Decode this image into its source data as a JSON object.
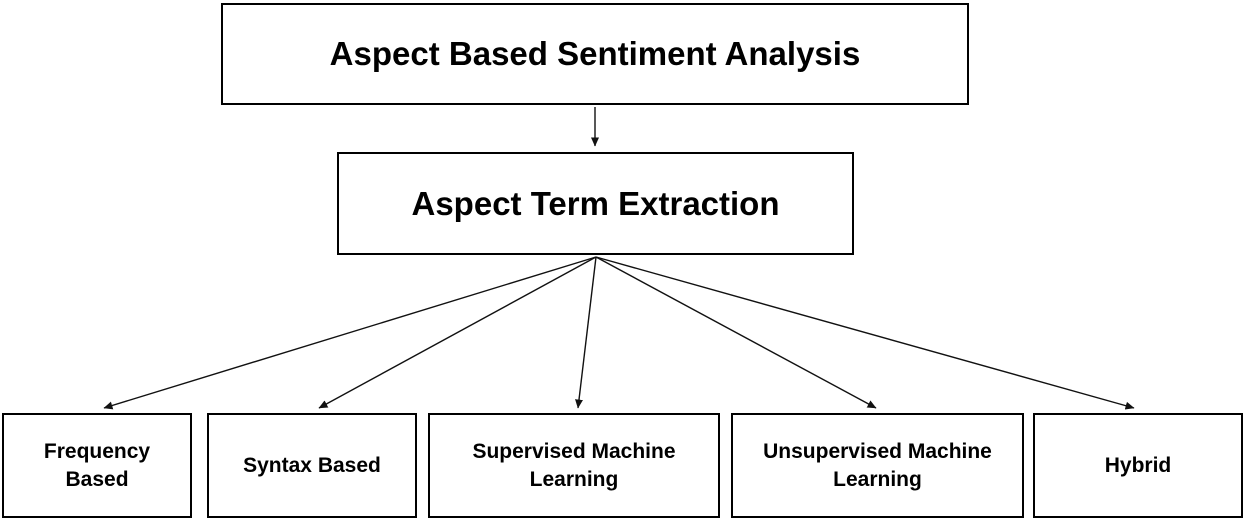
{
  "colors": {
    "background": "#ffffff",
    "box_border": "#000000",
    "text": "#000000",
    "arrow": "#111111"
  },
  "nodes": {
    "root": {
      "label": "Aspect Based Sentiment Analysis"
    },
    "child": {
      "label": "Aspect Term Extraction"
    },
    "leaves": [
      {
        "label": "Frequency Based"
      },
      {
        "label": "Syntax Based"
      },
      {
        "label": "Supervised Machine Learning"
      },
      {
        "label": "Unsupervised Machine Learning"
      },
      {
        "label": "Hybrid"
      }
    ]
  },
  "edges": [
    {
      "from": "Aspect Based Sentiment Analysis",
      "to": "Aspect Term Extraction"
    },
    {
      "from": "Aspect Term Extraction",
      "to": "Frequency Based"
    },
    {
      "from": "Aspect Term Extraction",
      "to": "Syntax Based"
    },
    {
      "from": "Aspect Term Extraction",
      "to": "Supervised Machine Learning"
    },
    {
      "from": "Aspect Term Extraction",
      "to": "Unsupervised Machine Learning"
    },
    {
      "from": "Aspect Term Extraction",
      "to": "Hybrid"
    }
  ]
}
